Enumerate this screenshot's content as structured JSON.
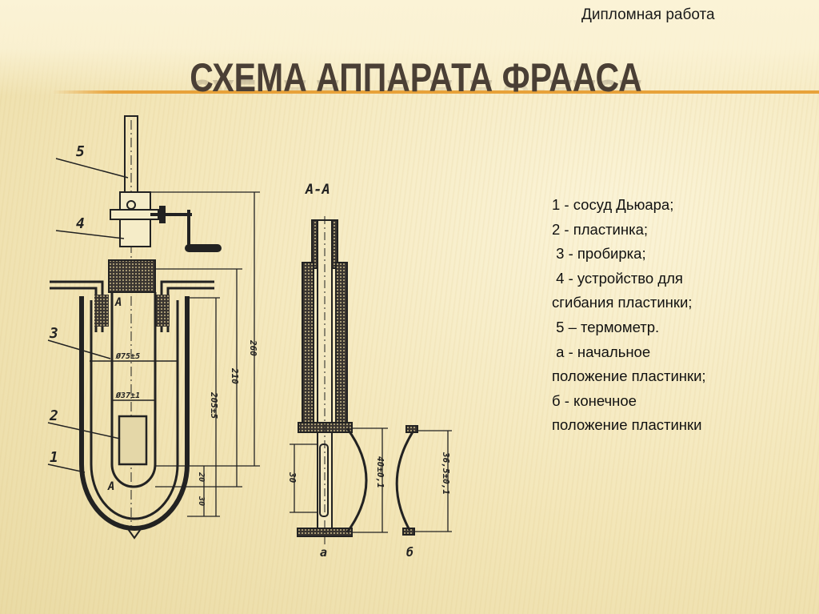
{
  "header": {
    "subtitle": "Дипломная работа",
    "title": "СХЕМА АППАРАТА ФРААСА"
  },
  "colors": {
    "accent_rule": "#e8a23a",
    "title": "#4a3f35",
    "background": "#f3e6b8"
  },
  "diagram": {
    "part_labels": [
      "1",
      "2",
      "3",
      "4",
      "5"
    ],
    "section_mark": "А",
    "section_title": "А-А",
    "dimensions": {
      "d_outer": "Ø75±5",
      "d_inner": "Ø37±1",
      "h260": "260",
      "h210": "210",
      "h205": "205±5",
      "h20": "20",
      "h30": "30",
      "plate_30": "30",
      "plate_a": "40±0,1",
      "plate_b": "36,5±0,1"
    },
    "position_a": "а",
    "position_b": "б"
  },
  "legend": [
    "1 - сосуд Дьюара;",
    "2 - пластинка;",
    " 3 - пробирка;",
    " 4 - устройство для",
    "сгибания пластинки;",
    " 5 – термометр.",
    " а - начальное",
    "положение пластинки;",
    "б - конечное",
    "положение пластинки"
  ]
}
